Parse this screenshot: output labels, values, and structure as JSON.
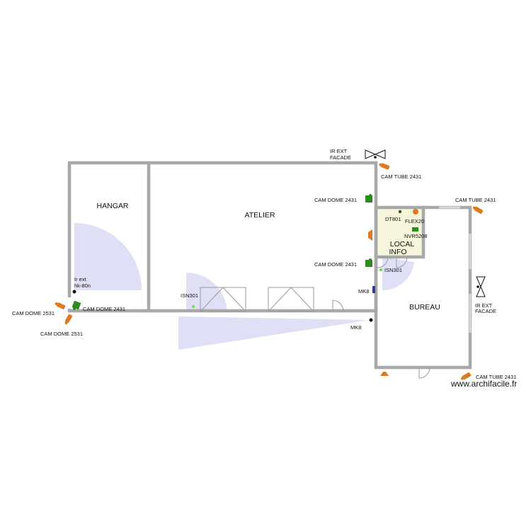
{
  "rooms": {
    "hangar": "HANGAR",
    "atelier": "ATELIER",
    "local_line1": "LOCAL",
    "local_line2": "INFO",
    "bureau": "BUREAU"
  },
  "devices": {
    "ir_ext_top_line1": "IR EXT",
    "ir_ext_top_line2": "FACADE",
    "cam_tube_top": "CAM TUBE 2431",
    "cam_dome_atelier_top": "CAM DOME 2431",
    "cam_tube_right": "CAM TUBE 2431",
    "dt801": "DT801",
    "flex20": "FLEX20",
    "nvr5208": "NVR5208",
    "cam_dome_atelier_mid": "CAM DOME 2431",
    "isn301_bureau": "ISN301",
    "mk8_upper": "MK8",
    "ir_ext_right_line1": "IR EXT",
    "ir_ext_right_line2": "FACADE",
    "isn301_atelier": "ISN301",
    "ir_ext_hangar_line1": "Ir ext",
    "ir_ext_hangar_line2": "hk-80n",
    "cam_dome_2531_left": "CAM DOME 2531",
    "cam_dome_2431_hangar": "CAM DOME 2431",
    "cam_dome_2531_bottom": "CAM DOME 2531",
    "mk8_lower": "MK8",
    "cam_tube_bottom": "CAM TUBE 2431"
  },
  "watermark": "www.archifacile.fr",
  "colors": {
    "wall": "#a8a8a8",
    "coverage": "#dcdcf5",
    "camera_tube": "#e07a20",
    "camera_dome": "#2e8b1e",
    "local_info_fill": "#f7f4dc",
    "sensor_green": "#7ed957",
    "keypad_blue": "#2b3a9a"
  },
  "icons": [
    "camera-tube-icon",
    "camera-dome-icon",
    "ir-barrier-icon",
    "sensor-dot-icon",
    "keypad-icon"
  ]
}
